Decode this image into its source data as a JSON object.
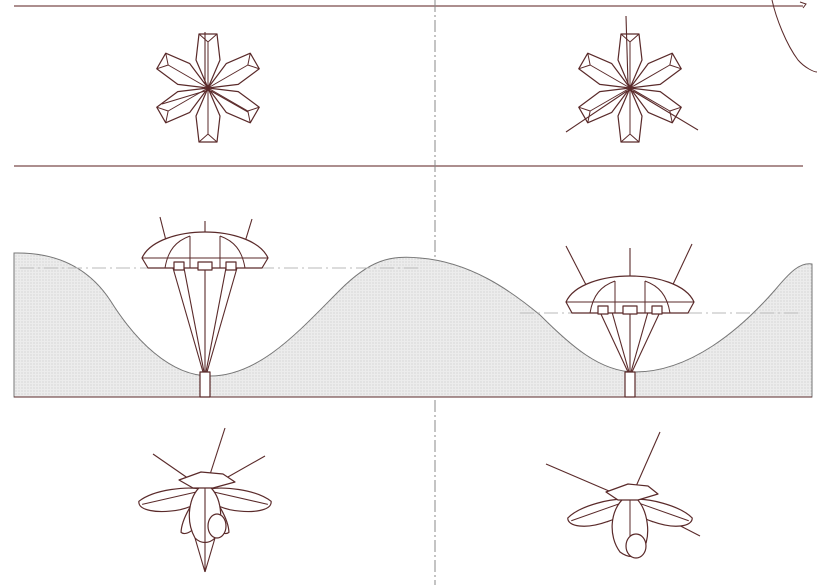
{
  "drawing": {
    "views": [
      {
        "id": "top-left",
        "kind": "plan"
      },
      {
        "id": "top-right",
        "kind": "plan"
      },
      {
        "id": "middle-left",
        "kind": "section"
      },
      {
        "id": "middle-right",
        "kind": "section"
      },
      {
        "id": "bottom-left",
        "kind": "perspective"
      },
      {
        "id": "bottom-right",
        "kind": "perspective"
      }
    ],
    "colors": {
      "linework": "#5a2a2a",
      "ground": "#e6e6e6",
      "guides": "#888888"
    }
  }
}
